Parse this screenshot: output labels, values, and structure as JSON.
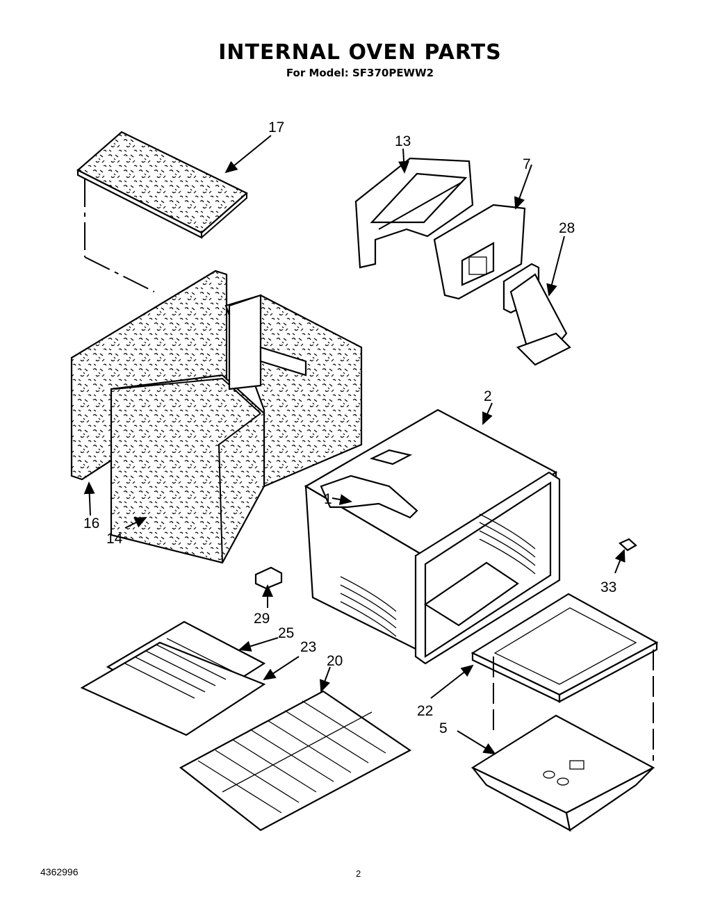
{
  "title": "INTERNAL OVEN PARTS",
  "subtitle": "For Model: SF370PEWW2",
  "doc_number": "4362996",
  "page_number": "2",
  "callouts": {
    "p17": "17",
    "p13": "13",
    "p7": "7",
    "p28": "28",
    "p2": "2",
    "p1": "1",
    "p16": "16",
    "p14": "14",
    "p29": "29",
    "p25": "25",
    "p23": "23",
    "p20": "20",
    "p33": "33",
    "p22": "22",
    "p5": "5"
  }
}
